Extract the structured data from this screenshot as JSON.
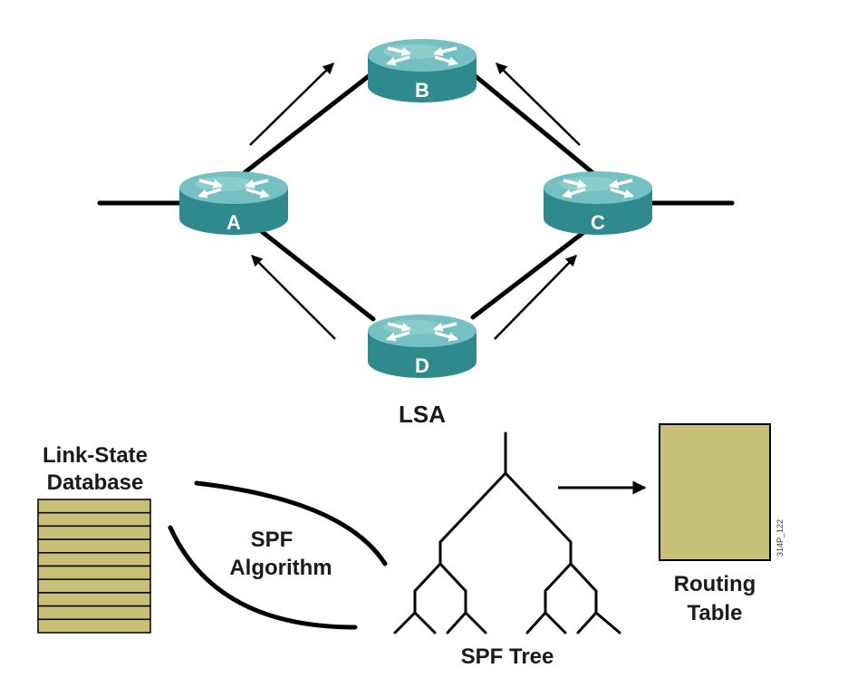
{
  "colors": {
    "router_side": "#2f8a8e",
    "router_top": "#74c0c2",
    "router_top_highlight": "#9fd6d7",
    "line": "#000000",
    "db_fill": "#c8c078",
    "table_fill": "#c8c078"
  },
  "routers": [
    {
      "id": "A",
      "label": "A"
    },
    {
      "id": "B",
      "label": "B"
    },
    {
      "id": "C",
      "label": "C"
    },
    {
      "id": "D",
      "label": "D"
    }
  ],
  "lsa_label": "LSA",
  "database": {
    "line1": "Link-State",
    "line2": "Database",
    "rows": 10
  },
  "algorithm": {
    "line1": "SPF",
    "line2": "Algorithm"
  },
  "tree": {
    "label": "SPF Tree"
  },
  "routing_table": {
    "line1": "Routing",
    "line2": "Table"
  },
  "figure_code": "314P_122"
}
